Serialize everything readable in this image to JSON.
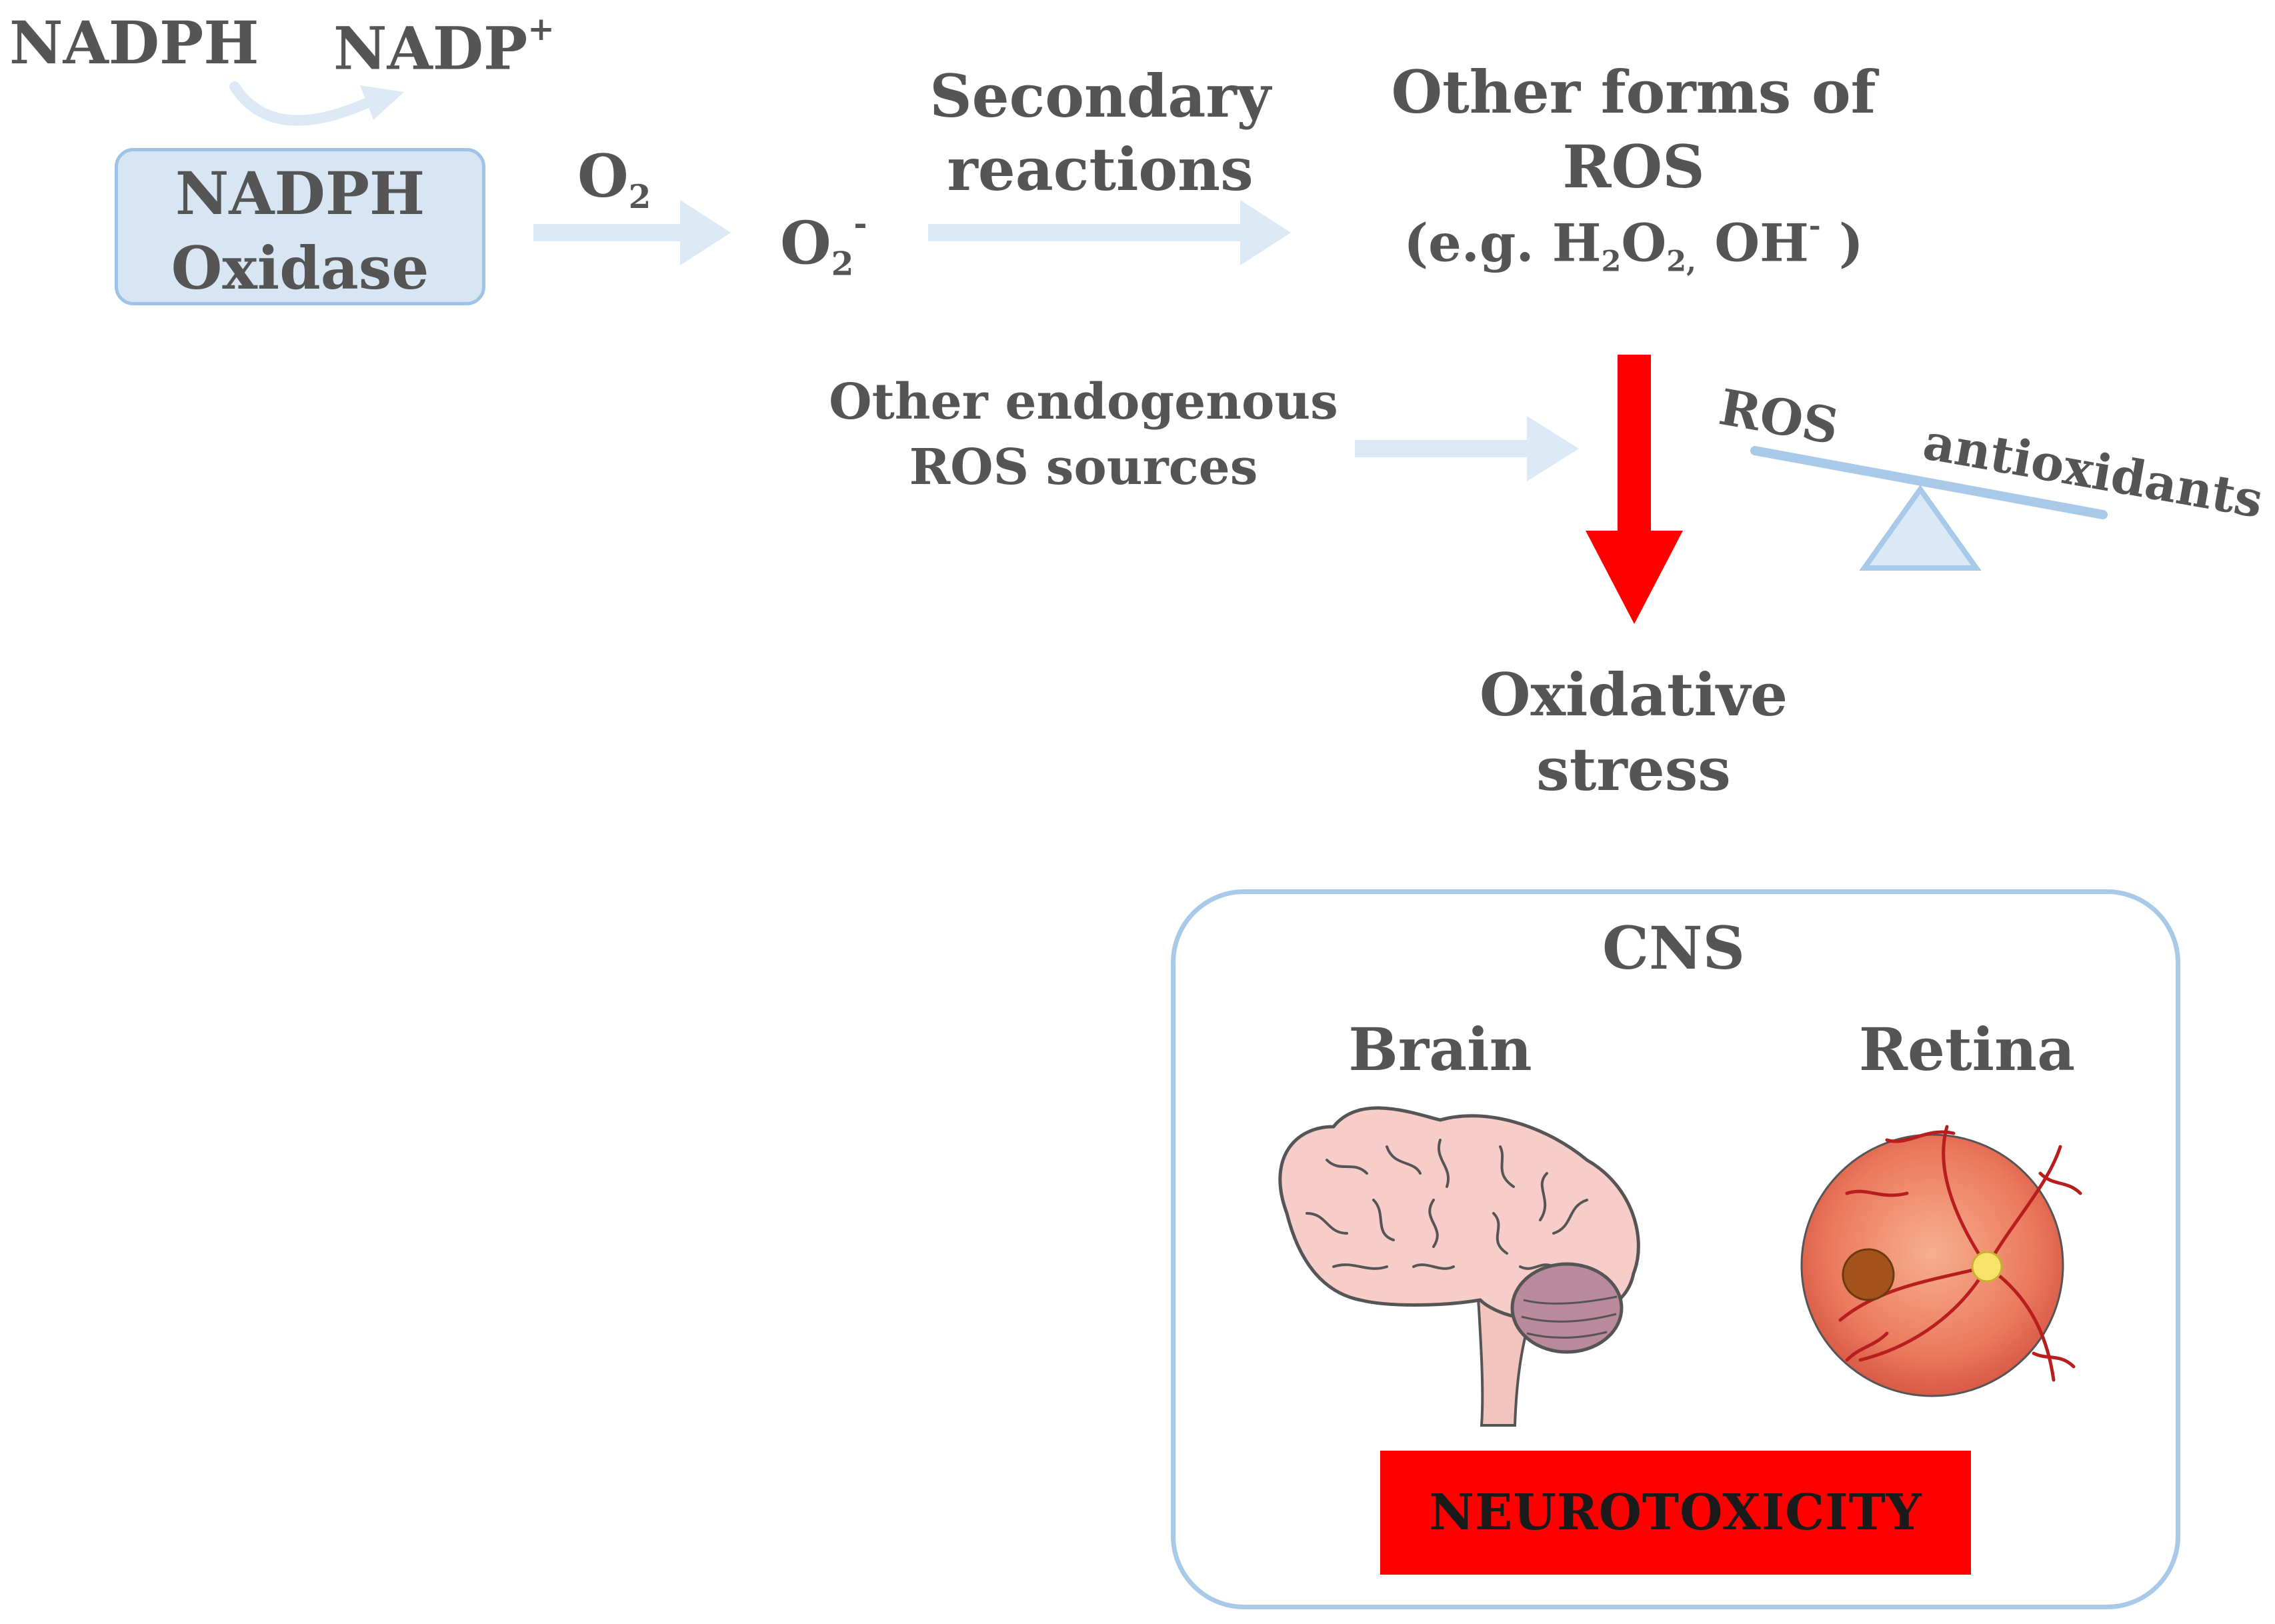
{
  "reaction": {
    "substrate": "NADPH",
    "product_base": "NADP",
    "product_charge": "+",
    "enzyme_line1": "NADPH",
    "enzyme_line2": "Oxidase",
    "oxygen_base": "O",
    "oxygen_sub": "2",
    "superoxide_base": "O",
    "superoxide_sub": "2",
    "superoxide_charge": "-"
  },
  "secondary": {
    "line1": "Secondary",
    "line2": "reactions"
  },
  "other_ros": {
    "line1": "Other forms of",
    "line2": "ROS",
    "example_prefix": "(e.g. H",
    "h2o2_sub1": "2",
    "h2o2_o": "O",
    "h2o2_sub2": "2,",
    "oh": " OH",
    "oh_charge": "-",
    "example_suffix": " )"
  },
  "endogenous": {
    "line1": "Other endogenous",
    "line2": "ROS sources"
  },
  "balance": {
    "left_label": "ROS",
    "right_label": "antioxidants"
  },
  "stress": {
    "line1": "Oxidative",
    "line2": "stress"
  },
  "cns": {
    "title": "CNS",
    "brain_label": "Brain",
    "retina_label": "Retina",
    "outcome": "NEUROTOXICITY"
  },
  "colors": {
    "text": "#555555",
    "pale_arrow": "#dde9f5",
    "box_fill": "#d8e6f4",
    "box_border": "#9fc3e6",
    "red": "#ff0000"
  }
}
